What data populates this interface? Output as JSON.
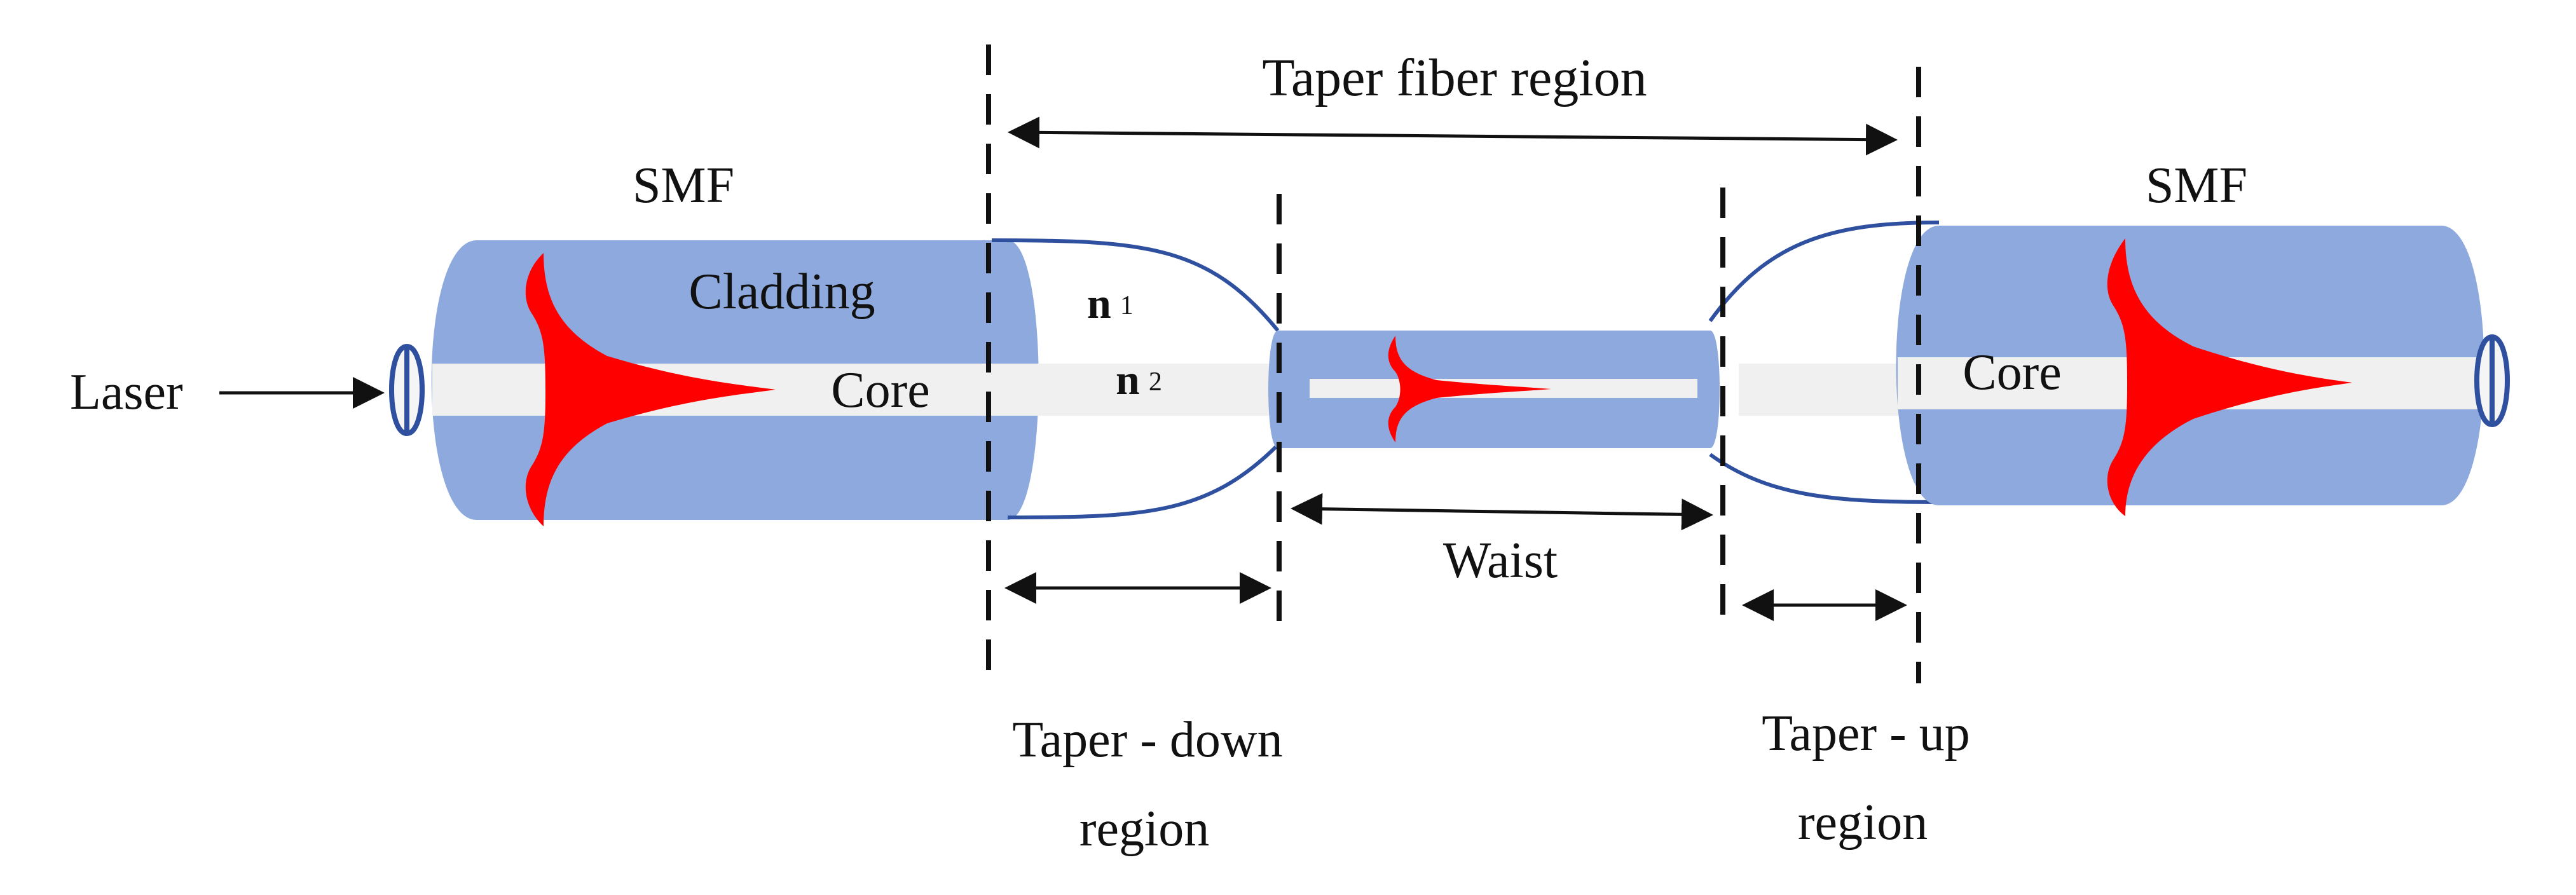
{
  "labels": {
    "taper_fiber_region": "Taper fiber region",
    "smf_left": "SMF",
    "smf_right": "SMF",
    "cladding": "Cladding",
    "core_left": "Core",
    "core_right": "Core",
    "laser": "Laser",
    "n1_symbol": "n",
    "n1_sub": "1",
    "n2_symbol": "n",
    "n2_sub": "2",
    "waist": "Waist",
    "taper_down_line1": "Taper - down",
    "taper_down_line2": "region",
    "taper_up_line1": "Taper - up",
    "taper_up_line2": "region"
  },
  "colors": {
    "cladding": "#8ea9dd",
    "core": "#f0f0f0",
    "mode_profile": "#ff0000",
    "outline": "#2f4f9f",
    "lines": "#111111"
  }
}
